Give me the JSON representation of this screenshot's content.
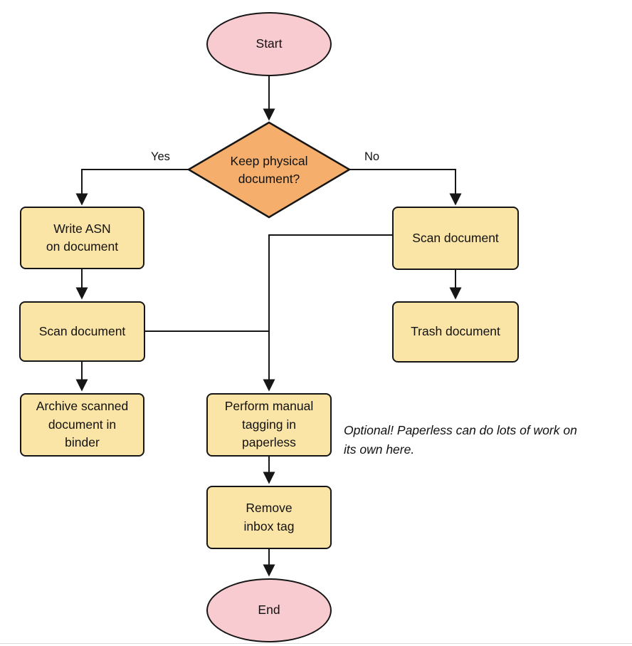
{
  "diagram": {
    "nodes": {
      "start": {
        "label": "Start",
        "type": "terminal"
      },
      "decision": {
        "label": "Keep physical\ndocument?",
        "type": "decision"
      },
      "write_asn": {
        "label": "Write ASN\non document",
        "type": "process"
      },
      "scan_left": {
        "label": "Scan document",
        "type": "process"
      },
      "archive": {
        "label": "Archive scanned\ndocument in\nbinder",
        "type": "process"
      },
      "scan_right": {
        "label": "Scan document",
        "type": "process"
      },
      "trash": {
        "label": "Trash document",
        "type": "process"
      },
      "tagging": {
        "label": "Perform manual\ntagging in\npaperless",
        "type": "process"
      },
      "remove_inbox": {
        "label": "Remove\ninbox tag",
        "type": "process"
      },
      "end": {
        "label": "End",
        "type": "terminal"
      }
    },
    "edge_labels": {
      "yes": "Yes",
      "no": "No"
    },
    "note": {
      "text": "Optional! Paperless can do lots of work on\nits own here."
    },
    "colors": {
      "terminal_fill": "#f8cbd0",
      "decision_fill": "#f5ae6c",
      "process_fill": "#fbe5a6",
      "stroke": "#161616"
    }
  }
}
